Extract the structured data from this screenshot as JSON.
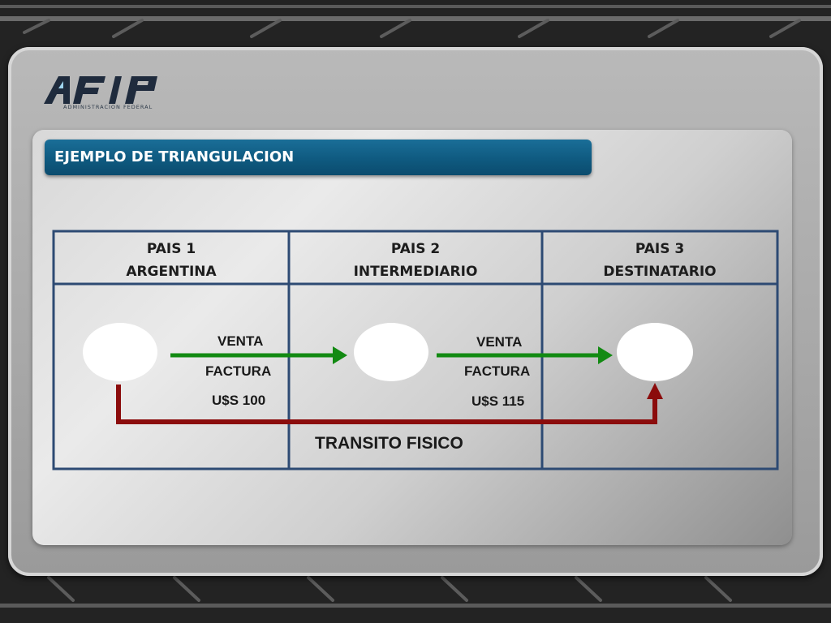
{
  "title": "EJEMPLO DE TRIANGULACION",
  "logo": {
    "text": "AFIP",
    "subtitle": "ADMINISTRACION FEDERAL"
  },
  "columns": [
    {
      "line1": "PAIS 1",
      "line2": "ARGENTINA"
    },
    {
      "line1": "PAIS 2",
      "line2": "INTERMEDIARIO"
    },
    {
      "line1": "PAIS 3",
      "line2": "DESTINATARIO"
    }
  ],
  "flows": [
    {
      "label": "VENTA",
      "doc": "FACTURA",
      "amount": "U$S 100"
    },
    {
      "label": "VENTA",
      "doc": "FACTURA",
      "amount": "U$S 115"
    }
  ],
  "transit_label": "TRANSITO FISICO",
  "colors": {
    "banner": "#0f5a80",
    "table_border": "#2d4a73",
    "sale_arrow": "#128a12",
    "transit_arrow": "#8b0c0c",
    "node": "#ffffff"
  }
}
